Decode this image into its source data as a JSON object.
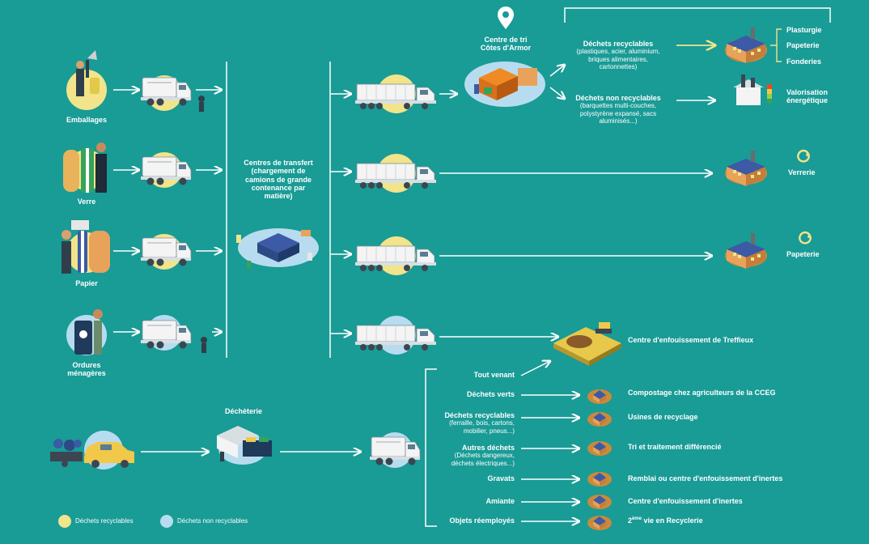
{
  "colors": {
    "background": "#199b96",
    "recyclable": "#f1e48a",
    "non_recyclable": "#b8dcef",
    "arrow": "#f1e48a",
    "line": "#ffffff",
    "truck": "#f4f4f4",
    "roof": "#3c5aa6",
    "wall": "#e8a25a",
    "soil": "#c98a3c",
    "orange": "#f08a24"
  },
  "sources": {
    "emballages": "Emballages",
    "verre": "Verre",
    "papier": "Papier",
    "ordures": "Ordures\nménagères"
  },
  "transfer": "Centres de transfert\n(chargement de\ncamions de grande\ncontenance par\nmatière)",
  "sorting_center": "Centre de tri\nCôtes d'Armor",
  "recyclables": {
    "title": "Déchets recyclables",
    "detail": "(plastiques, acier, aluminium,\nbriques alimentaires,\ncartonnettes)"
  },
  "non_recyclables": {
    "title": "Déchets non recyclables",
    "detail": "(barquettes multi-couches,\npolystyrène expansé, sacs\naluminisés...)"
  },
  "industries": [
    "Plasturgie",
    "Papeterie",
    "Fonderies"
  ],
  "energy": "Valorisation\nénergétique",
  "verrerie": "Verrerie",
  "papeterie": "Papeterie",
  "landfill": "Centre d'enfouissement de Treffieux",
  "decheterie": "Déchèterie",
  "decheterie_flows": [
    {
      "label": "Tout venant",
      "detail": "",
      "dest": ""
    },
    {
      "label": "Déchets verts",
      "detail": "",
      "dest": "Compostage chez agriculteurs de la CCEG"
    },
    {
      "label": "Déchets recyclables",
      "detail": "(ferraille, bois, cartons,\nmobilier, pneus...)",
      "dest": "Usines de recyclage"
    },
    {
      "label": "Autres déchets",
      "detail": "(Déchets dangereux,\ndéchets électriques...)",
      "dest": "Tri et traitement différencié"
    },
    {
      "label": "Gravats",
      "detail": "",
      "dest": "Remblai ou centre d'enfouissement d'inertes"
    },
    {
      "label": "Amiante",
      "detail": "",
      "dest": "Centre d'enfouissement d'inertes"
    },
    {
      "label": "Objets réemployés",
      "detail": "",
      "dest": "vie en Recyclerie"
    }
  ],
  "recyclerie_prefix": "2",
  "recyclerie_sup": "ème",
  "legend": {
    "recyclable": "Déchets recyclables",
    "non_recyclable": "Déchets non recyclables"
  }
}
